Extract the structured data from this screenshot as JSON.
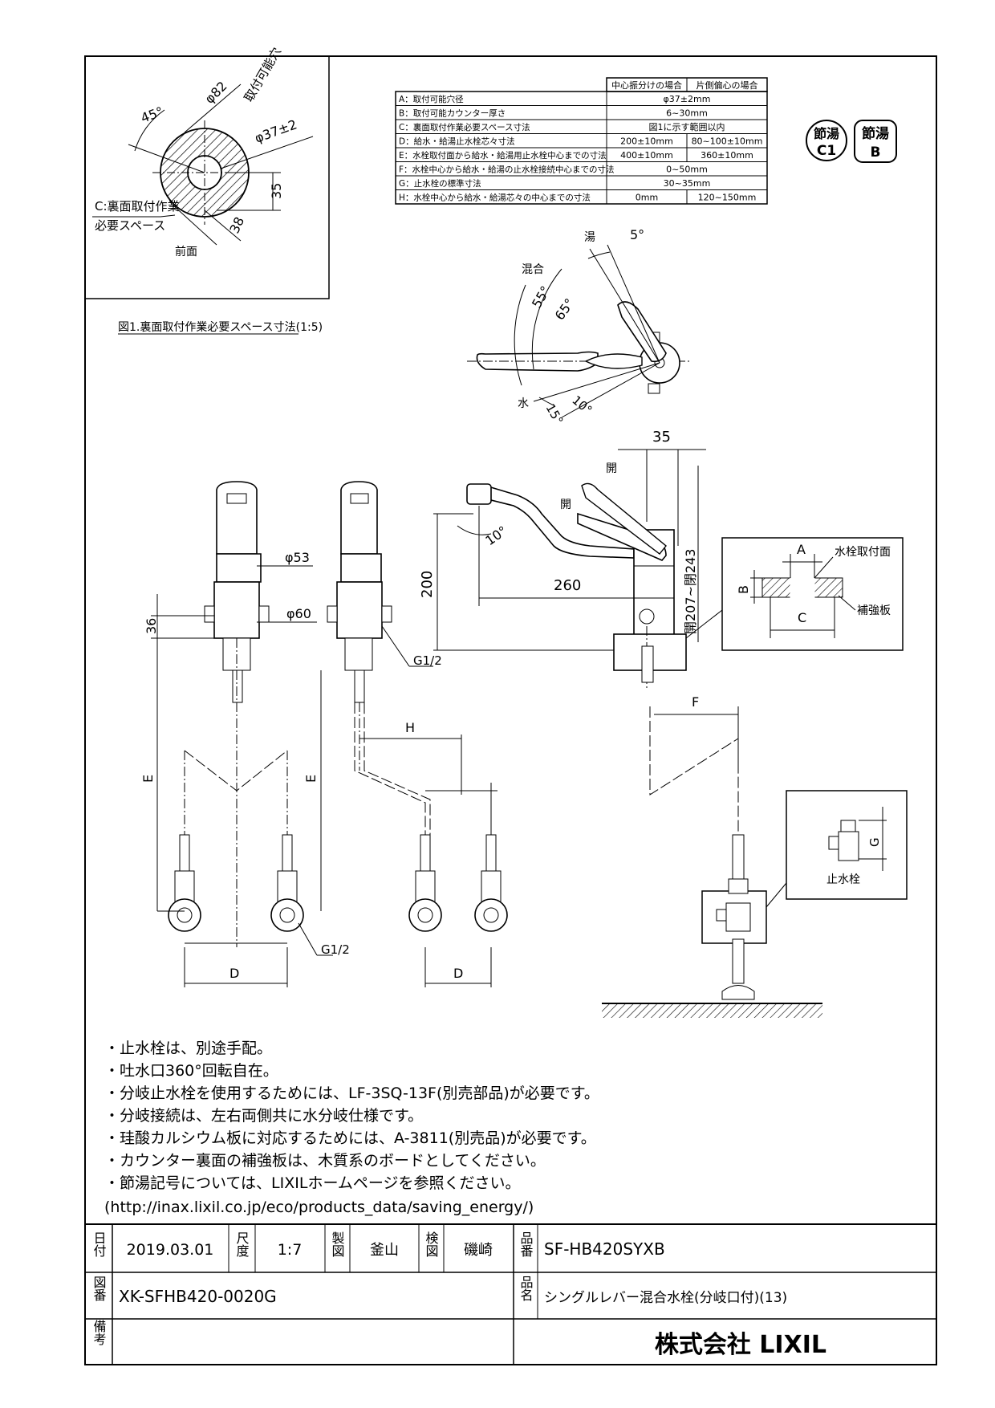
{
  "spec_table": {
    "header": [
      "中心振分けの場合",
      "片側偏心の場合"
    ],
    "rows": [
      {
        "label": "A：取付可能穴径",
        "center": "φ37±2mm",
        "offset": ""
      },
      {
        "label": "B：取付可能カウンター厚さ",
        "center": "6~30mm",
        "offset": ""
      },
      {
        "label": "C：裏面取付作業必要スペース寸法",
        "center": "図1に示す範囲以内",
        "offset": ""
      },
      {
        "label": "D：給水・給湯止水栓芯々寸法",
        "center": "200±10mm",
        "offset": "80~100±10mm"
      },
      {
        "label": "E：水栓取付面から給水・給湯用止水栓中心までの寸法",
        "center": "400±10mm",
        "offset": "360±10mm"
      },
      {
        "label": "F：水栓中心から給水・給湯の止水栓接続中心までの寸法",
        "center": "0~50mm",
        "offset": ""
      },
      {
        "label": "G：止水栓の標準寸法",
        "center": "30~35mm",
        "offset": ""
      },
      {
        "label": "H：水栓中心から給水・給湯芯々の中心までの寸法",
        "center": "0mm",
        "offset": "120~150mm"
      }
    ]
  },
  "badges": {
    "c1": {
      "top": "節湯",
      "bottom": "C1"
    },
    "b": {
      "top": "節湯",
      "bottom": "B"
    }
  },
  "fig1": {
    "caption": "図1.裏面取付作業必要スペース寸法(1:5)",
    "angle": "45°",
    "outer_dia": "φ82",
    "hole_label": "取付可能穴",
    "hole_dia": "φ37±2",
    "dim_35": "35",
    "dim_38": "38",
    "space_label_1": "C:裏面取付作業",
    "space_label_2": "必要スペース",
    "front_label": "前面"
  },
  "lever_view": {
    "hot": "湯",
    "mix": "混合",
    "cold": "水",
    "a5": "5°",
    "a55": "55°",
    "a65": "65°",
    "a15": "15°",
    "a10": "10°"
  },
  "side_view": {
    "open": "開",
    "a10": "10°",
    "d35": "35",
    "d200": "200",
    "d260": "260",
    "height": "開207~閉243",
    "f": "F"
  },
  "front_views": {
    "d53": "φ53",
    "d60": "φ60",
    "d36": "36",
    "g12": "G1/2",
    "g12_2": "G1/2",
    "e": "E",
    "e2": "E",
    "h": "H",
    "d": "D",
    "d2": "D"
  },
  "detail_mount": {
    "a": "A",
    "b": "B",
    "c": "C",
    "surface": "水栓取付面",
    "plate": "補強板"
  },
  "detail_valve": {
    "g": "G",
    "label": "止水栓"
  },
  "notes": [
    "・止水栓は、別途手配。",
    "・吐水口360°回転自在。",
    "・分岐止水栓を使用するためには、LF-3SQ-13F(別売部品)が必要です。",
    "・分岐接続は、左右両側共に水分岐仕様です。",
    "・珪酸カルシウム板に対応するためには、A-3811(別売品)が必要です。",
    "・カウンター裏面の補強板は、木質系のボードとしてください。",
    "・節湯記号については、LIXILホームページを参照ください。",
    "(http://inax.lixil.co.jp/eco/products_data/saving_energy/)"
  ],
  "title_block": {
    "date_label": "日付",
    "date": "2019.03.01",
    "scale_label": "尺度",
    "scale": "1:7",
    "drawn_label": "製図",
    "drawn": "釜山",
    "checked_label": "検図",
    "checked": "磯崎",
    "product_no_label": "品番",
    "product_no": "SF-HB420SYXB",
    "drawing_no_label": "図番",
    "drawing_no": "XK-SFHB420-0020G",
    "product_name_label": "品名",
    "product_name": "シングルレバー混合水栓(分岐口付)(13)",
    "remarks_label": "備考",
    "company": "株式会社 LIXIL"
  }
}
